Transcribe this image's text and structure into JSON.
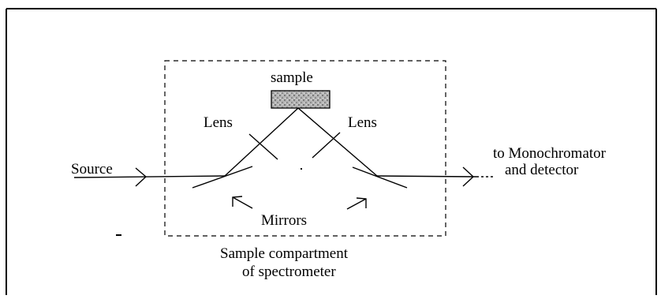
{
  "diagram": {
    "labels": {
      "sample": "sample",
      "lens_left": "Lens",
      "lens_right": "Lens",
      "source": "Source",
      "output_line1": "to Monochromator",
      "output_line2": "and detector",
      "mirrors": "Mirrors",
      "compartment_line1": "Sample compartment",
      "compartment_line2": "of spectrometer"
    },
    "colors": {
      "line": "#000000",
      "sample_fill": "#a8a8a8",
      "background": "#ffffff"
    }
  }
}
